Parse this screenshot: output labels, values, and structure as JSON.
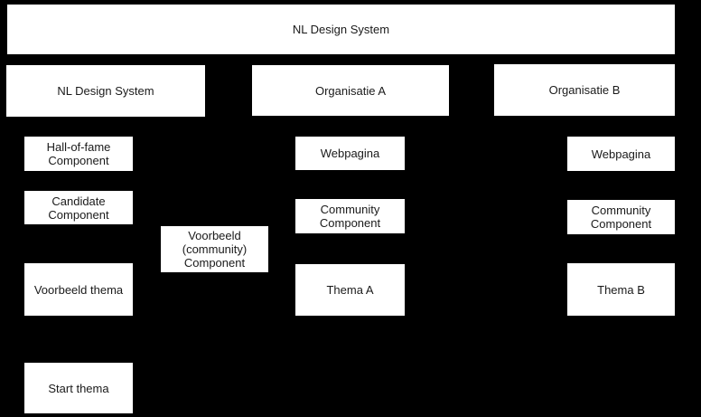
{
  "colors": {
    "background": "#000000",
    "node_fill": "#ffffff",
    "node_text": "#1a1a1a"
  },
  "nodes": {
    "root": {
      "label": "NL Design System"
    },
    "nl_design_system": {
      "label": "NL Design System"
    },
    "organisatie_a": {
      "label": "Organisatie A"
    },
    "organisatie_b": {
      "label": "Organisatie B"
    },
    "hall_of_fame": {
      "label": "Hall-of-fame\nComponent"
    },
    "candidate": {
      "label": "Candidate\nComponent"
    },
    "voorbeeld_community": {
      "label": "Voorbeeld\n(community)\nComponent"
    },
    "voorbeeld_thema": {
      "label": "Voorbeeld thema"
    },
    "start_thema": {
      "label": "Start thema"
    },
    "webpagina_a": {
      "label": "Webpagina"
    },
    "community_a": {
      "label": "Community\nComponent"
    },
    "thema_a": {
      "label": "Thema A"
    },
    "webpagina_b": {
      "label": "Webpagina"
    },
    "community_b": {
      "label": "Community\nComponent"
    },
    "thema_b": {
      "label": "Thema B"
    }
  }
}
